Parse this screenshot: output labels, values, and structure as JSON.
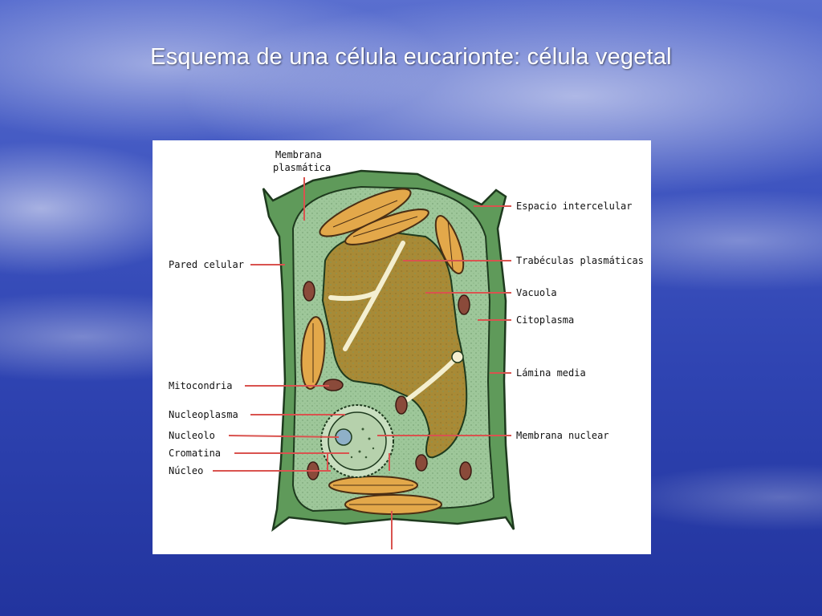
{
  "slide": {
    "title": "Esquema de una célula eucarionte: célula vegetal"
  },
  "diagram": {
    "labels": {
      "membrana_plasmatica_1": "Membrana",
      "membrana_plasmatica_2": "plasmática",
      "pared_celular": "Pared celular",
      "mitocondria": "Mitocondria",
      "nucleoplasma": "Nucleoplasma",
      "nucleolo": "Nucleolo",
      "cromatina": "Cromatina",
      "nucleo": "Núcleo",
      "espacio_intercelular": "Espacio intercelular",
      "trabeculas": "Trabéculas plasmáticas",
      "vacuola": "Vacuola",
      "citoplasma": "Citoplasma",
      "lamina_media": "Lámina media",
      "membrana_nuclear": "Membrana nuclear"
    },
    "colors": {
      "cell_wall": "#5f9a5a",
      "cytoplasm": "#9ec79a",
      "vacuole": "#a88a36",
      "chloroplast": "#e3a84a",
      "mitochondria": "#8a4a3a",
      "leader_line": "#d9534f"
    }
  }
}
